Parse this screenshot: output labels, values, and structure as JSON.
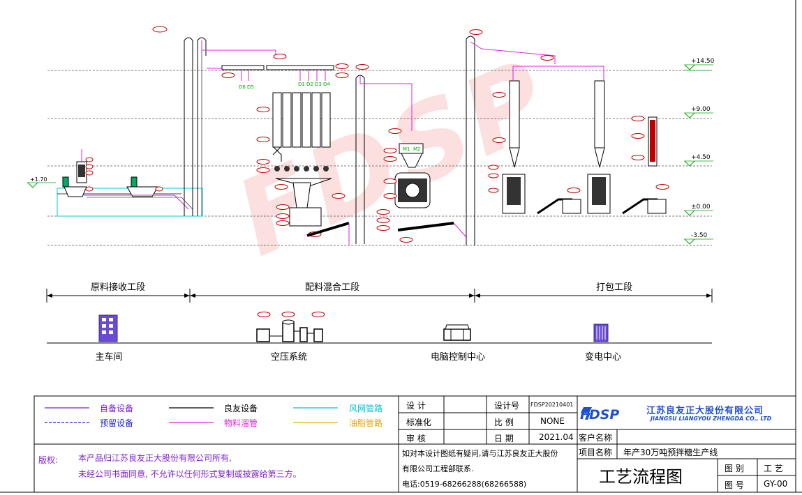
{
  "levels": [
    {
      "label": "+14.50"
    },
    {
      "label": "+9.00"
    },
    {
      "label": "+4.50"
    },
    {
      "label": "±0.00"
    },
    {
      "label": "-3.50"
    },
    {
      "label": "+1.70"
    }
  ],
  "sections": [
    {
      "label": "原料接收工段"
    },
    {
      "label": "配料混合工段"
    },
    {
      "label": "打包工段"
    }
  ],
  "facilities": [
    {
      "label": "主车间",
      "icon": "building-icon"
    },
    {
      "label": "空压系统",
      "icon": "air-compressor-icon"
    },
    {
      "label": "电脑控制中心",
      "icon": "control-desk-icon"
    },
    {
      "label": "变电中心",
      "icon": "transformer-icon"
    }
  ],
  "valve_labels": {
    "left": [
      "D6",
      "D5"
    ],
    "right": [
      "D1",
      "D2",
      "D3",
      "D4"
    ]
  },
  "mixer_labels": [
    "M1",
    "M2"
  ],
  "legend": [
    {
      "label": "自备设备",
      "color": "#7f1fd1",
      "style": "solid"
    },
    {
      "label": "良友设备",
      "color": "#000000",
      "style": "solid"
    },
    {
      "label": "风网管路",
      "color": "#00c8d8",
      "style": "solid"
    },
    {
      "label": "预留设备",
      "color": "#1f1fd1",
      "style": "dashed"
    },
    {
      "label": "物料溜管",
      "color": "#e020e0",
      "style": "solid"
    },
    {
      "label": "油脂管路",
      "color": "#e0b000",
      "style": "solid"
    }
  ],
  "copyright": {
    "label": "版权:",
    "line1": "本产品归江苏良友正大股份有限公司所有,",
    "line2": "未经公司书面同意, 不允许以任何形式复制或披露给第三方。"
  },
  "titleblock": {
    "design": "设  计",
    "standard": "标准化",
    "review": "审  核",
    "design_no_label": "设计号",
    "design_no": "FDSP20210401",
    "scale_label": "比  例",
    "scale": "NONE",
    "date_label": "日  期",
    "date": "2021.04",
    "customer_label": "客户名称",
    "project_label": "项目名称",
    "project": "年产30万吨预拌糖生产线",
    "notice1": "如对本设计图纸有疑问,请与江苏良友正大股份",
    "notice2": "有限公司工程部联系.",
    "phone": "电话:0519-68266288(68266588)",
    "drawing_title": "工艺流程图",
    "category_label": "图  别",
    "category": "工  艺",
    "number_label": "图  号",
    "number": "GY-00"
  },
  "company": {
    "logo": "FDSP",
    "name_cn": "江苏良友正大股份有限公司",
    "name_en": "JIANGSU LIANGYOU ZHENGDA CO., LTD"
  },
  "watermark": "FDSP"
}
